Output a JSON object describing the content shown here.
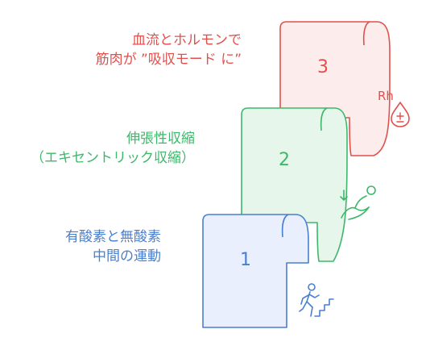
{
  "steps": [
    {
      "number": "1",
      "label_lines": [
        "有酸素と無酸素",
        "中間の運動"
      ],
      "color": "#4a7fd0",
      "fill": "#e9effc",
      "icon": "climbing-stairs-icon"
    },
    {
      "number": "2",
      "label_lines": [
        "伸張性収縮",
        "（エキセントリック収縮）"
      ],
      "color": "#3db86a",
      "fill": "#e6f6ea",
      "icon": "downhill-person-icon"
    },
    {
      "number": "3",
      "label_lines": [
        "血流とホルモンで",
        "筋肉が ”吸収モード に”"
      ],
      "color": "#e2504c",
      "fill": "#fcecec",
      "icon": "rh-blood-drop-icon",
      "icon_text": "Rh"
    }
  ]
}
